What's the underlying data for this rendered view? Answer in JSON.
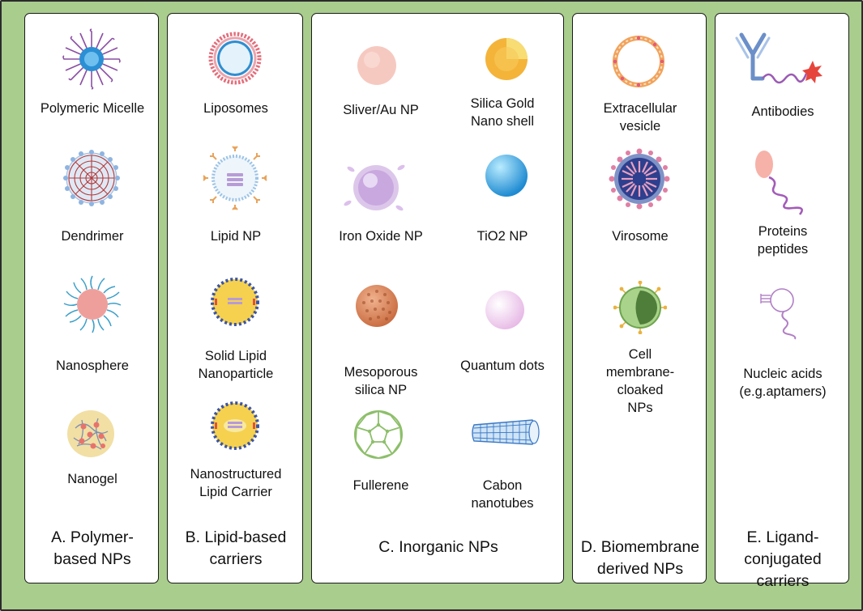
{
  "panels": {
    "a": {
      "caption": "A. Polymer-\nbased NPs",
      "items": [
        "Polymeric Micelle",
        "Dendrimer",
        "Nanosphere",
        "Nanogel"
      ]
    },
    "b": {
      "caption": "B. Lipid-based\ncarriers",
      "items": [
        "Liposomes",
        "Lipid NP",
        "Solid Lipid\nNanoparticle",
        "Nanostructured\nLipid Carrier"
      ]
    },
    "c": {
      "caption": "C. Inorganic NPs",
      "items": [
        "Sliver/Au NP",
        "Silica Gold\nNano shell",
        "Iron Oxide NP",
        "TiO2 NP",
        "Mesoporous\nsilica NP",
        "Quantum dots",
        "Fullerene",
        "Cabon\nnanotubes"
      ]
    },
    "d": {
      "caption": "D. Biomembrane\nderived NPs",
      "items": [
        "Extracellular\nvesicle",
        "Virosome",
        "Cell\nmembrane-\ncloaked\nNPs"
      ]
    },
    "e": {
      "caption": "E. Ligand-\nconjugated\ncarriers",
      "items": [
        "Antibodies",
        "Proteins\npeptides",
        "Nucleic acids\n(e.g.aptamers)"
      ]
    }
  },
  "colors": {
    "background": "#a9cd8d",
    "panel": "#ffffff",
    "border": "#1a1a1a"
  }
}
